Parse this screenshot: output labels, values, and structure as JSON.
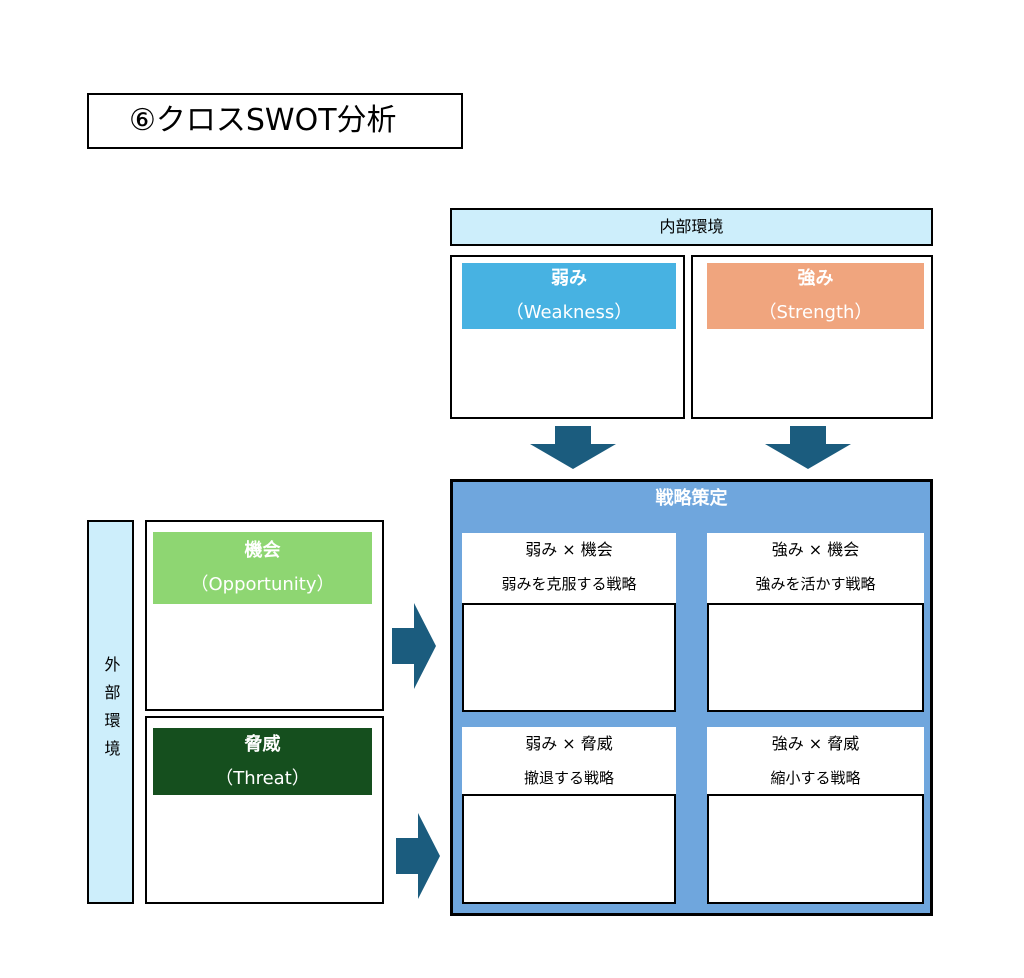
{
  "title": "⑥クロスSWOT分析",
  "internal_environment": "内部環境",
  "external_environment": "外部環境",
  "weakness": {
    "name": "弱み",
    "english": "（Weakness）",
    "color": "#47b2e2"
  },
  "strength": {
    "name": "強み",
    "english": "（Strength）",
    "color": "#f0a57e"
  },
  "opportunity": {
    "name": "機会",
    "english": "（Opportunity）",
    "color": "#8ed672"
  },
  "threat": {
    "name": "脅威",
    "english": "（Threat）",
    "color": "#154f1e"
  },
  "strategy": {
    "title": "戦略策定",
    "cells": [
      {
        "combo": "弱み × 機会",
        "strategy": "弱みを克服する戦略"
      },
      {
        "combo": "強み × 機会",
        "strategy": "強みを活かす戦略"
      },
      {
        "combo": "弱み × 脅威",
        "strategy": "撤退する戦略"
      },
      {
        "combo": "強み × 脅威",
        "strategy": "縮小する戦略"
      }
    ]
  },
  "colors": {
    "arrow": "#1b5c7e",
    "light_blue": "#cdeefb",
    "strategy_background": "#6fa6dd"
  }
}
